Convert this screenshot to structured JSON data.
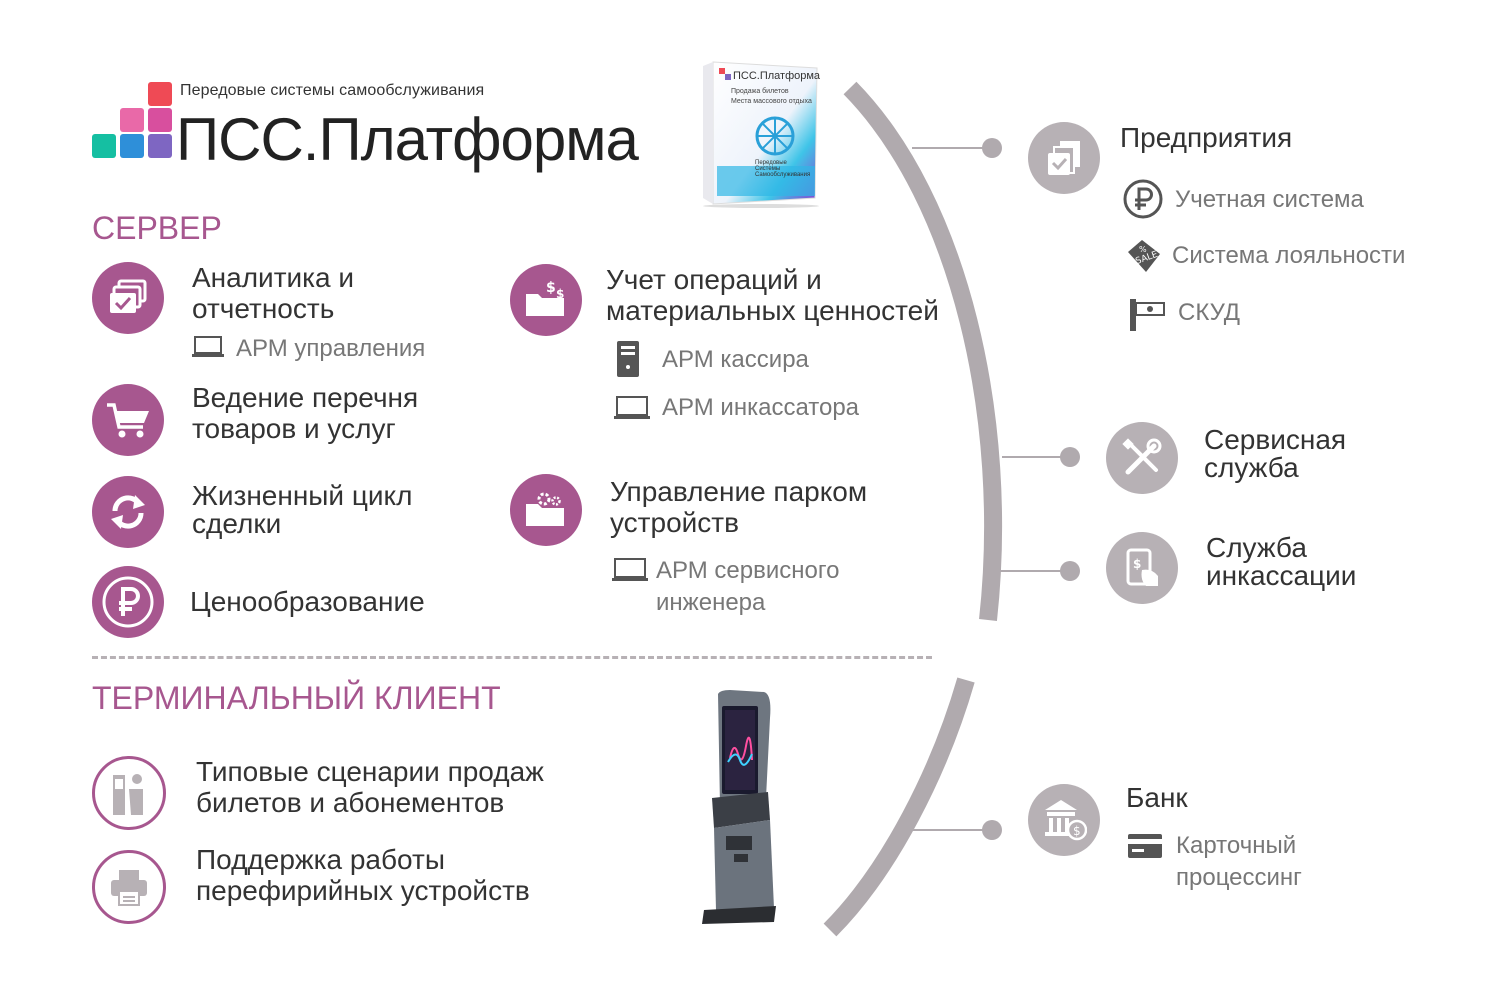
{
  "logo": {
    "tagline": "Передовые системы самообслуживания",
    "title": "ПСС.Платформа"
  },
  "box": {
    "brand": "ПСС.Платформа",
    "line1": "Продажа билетов",
    "line2": "Места массового отдыха",
    "line3": "Передовые Системы Самообслуживания"
  },
  "server": {
    "title": "СЕРВЕР",
    "features": [
      {
        "title": "Аналитика и\nотчетность",
        "sub": "АРМ управления"
      },
      {
        "title": "Ведение перечня\nтоваров и услуг"
      },
      {
        "title": "Жизненный цикл\nсделки"
      },
      {
        "title": "Ценообразование"
      },
      {
        "title": "Учет операций и\nматериальных ценностей",
        "subs": [
          "АРМ кассира",
          "АРМ инкассатора"
        ]
      },
      {
        "title": "Управление парком\nустройств",
        "sub": "АРМ сервисного\nинженера"
      }
    ]
  },
  "client": {
    "title": "ТЕРМИНАЛЬНЫЙ КЛИЕНТ",
    "features": [
      {
        "title": "Типовые сценарии продаж\nбилетов и абонементов"
      },
      {
        "title": "Поддержка работы\nперефирийных устройств"
      }
    ]
  },
  "right": {
    "enterprise": {
      "title": "Предприятия",
      "items": [
        "Учетная система",
        "Система лояльности",
        "СКУД"
      ]
    },
    "service": {
      "title": "Сервисная\nслужба"
    },
    "collection": {
      "title": "Служба\nинкассации"
    },
    "bank": {
      "title": "Банк",
      "sub": "Карточный\nпроцессинг"
    }
  },
  "colors": {
    "accent": "#a7578f",
    "grey": "#b7b1b5",
    "arc": "#b0aaae"
  },
  "icons": [
    "analytics-icon",
    "cart-icon",
    "cycle-icon",
    "ruble-icon",
    "folder-money-icon",
    "folder-gear-icon",
    "laptop-icon",
    "pc-tower-icon",
    "kiosk-icon",
    "printer-icon",
    "documents-icon",
    "sale-tag-icon",
    "turnstile-icon",
    "tools-icon",
    "tablet-hand-icon",
    "bank-icon",
    "card-icon"
  ]
}
